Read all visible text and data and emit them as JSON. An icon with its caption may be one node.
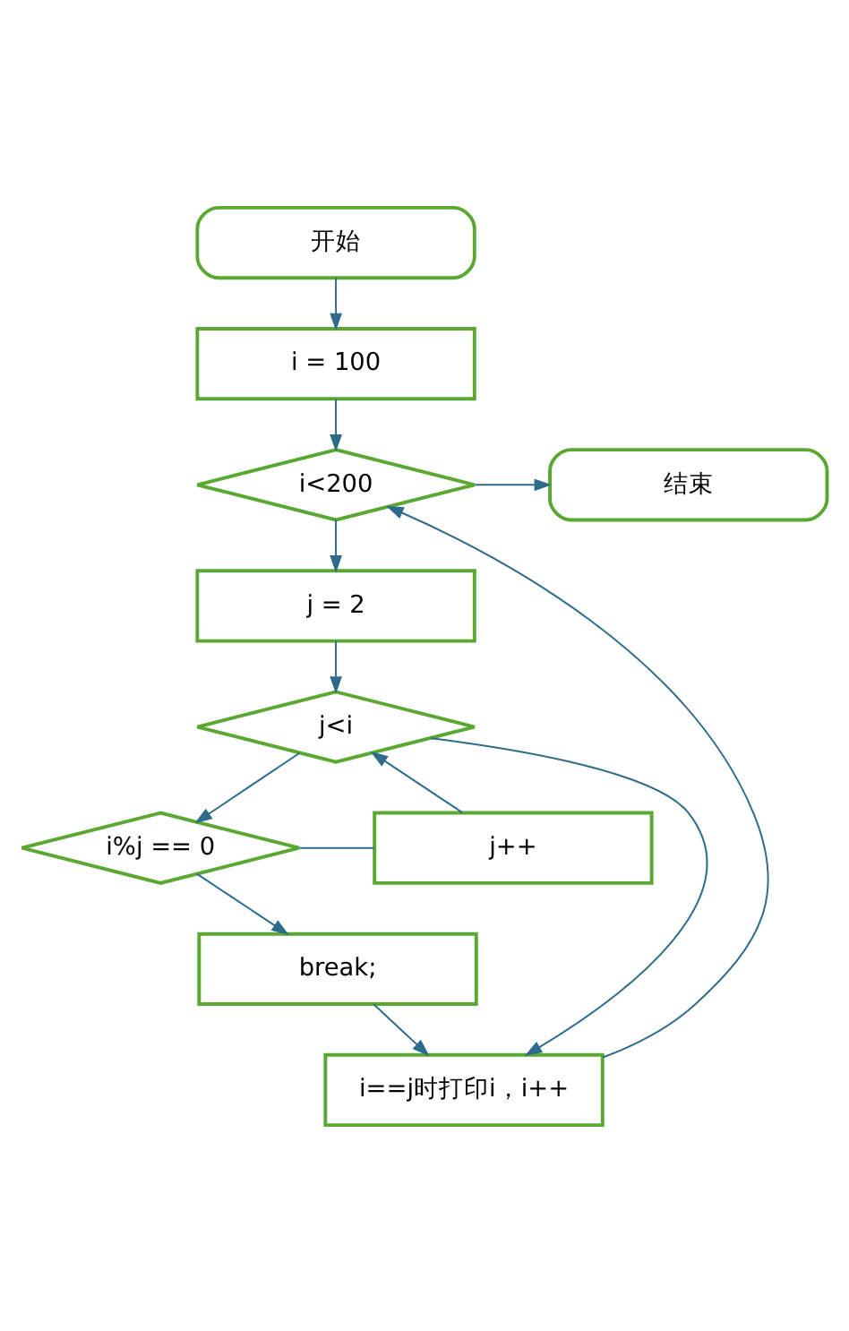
{
  "diagram": {
    "nodes": [
      {
        "text": [
          "开始"
        ]
      },
      {
        "text": [
          "i = 100"
        ]
      },
      {
        "text": [
          "i<200"
        ]
      },
      {
        "text": [
          "结束"
        ]
      },
      {
        "text": [
          "j = 2"
        ]
      },
      {
        "text": [
          "j<i"
        ]
      },
      {
        "text": [
          "i%j == 0"
        ]
      },
      {
        "text": [
          "j++"
        ]
      },
      {
        "text": [
          "break;"
        ]
      },
      {
        "text": [
          "i==j时打印i，i++"
        ]
      }
    ],
    "edges": [
      {
        "from": 0,
        "to": 1,
        "arrow": "to"
      },
      {
        "from": 1,
        "to": 2,
        "arrow": "to"
      },
      {
        "from": 2,
        "to": 3,
        "arrow": "to"
      },
      {
        "from": 2,
        "to": 4,
        "arrow": "to"
      },
      {
        "from": 4,
        "to": 5,
        "arrow": "to"
      },
      {
        "from": 5,
        "to": 6,
        "arrow": "to"
      },
      {
        "from": 6,
        "to": 7,
        "arrow": "none"
      },
      {
        "from": 7,
        "to": 5,
        "arrow": "to"
      },
      {
        "from": 6,
        "to": 8,
        "arrow": "to"
      },
      {
        "from": 8,
        "to": 9,
        "arrow": "to"
      },
      {
        "from": 5,
        "to": 9,
        "arrow": "to"
      },
      {
        "from": 9,
        "to": 2,
        "arrow": "to"
      }
    ]
  }
}
